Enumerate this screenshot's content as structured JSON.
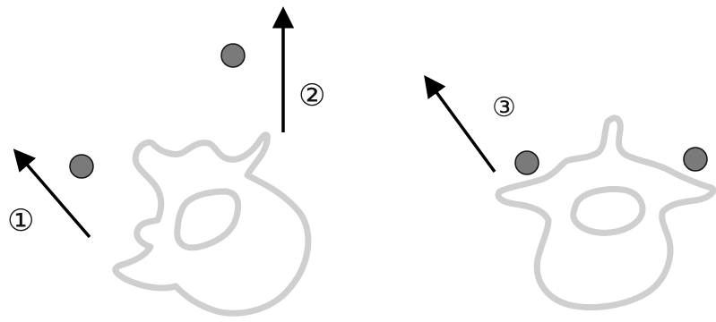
{
  "labels": {
    "one": "①",
    "two": "②",
    "three": "③"
  },
  "colors": {
    "arrow": "#000000",
    "marker_fill": "#7a7a7a",
    "marker_stroke": "#111111",
    "vertebra_outline": "#cfcfcf"
  }
}
